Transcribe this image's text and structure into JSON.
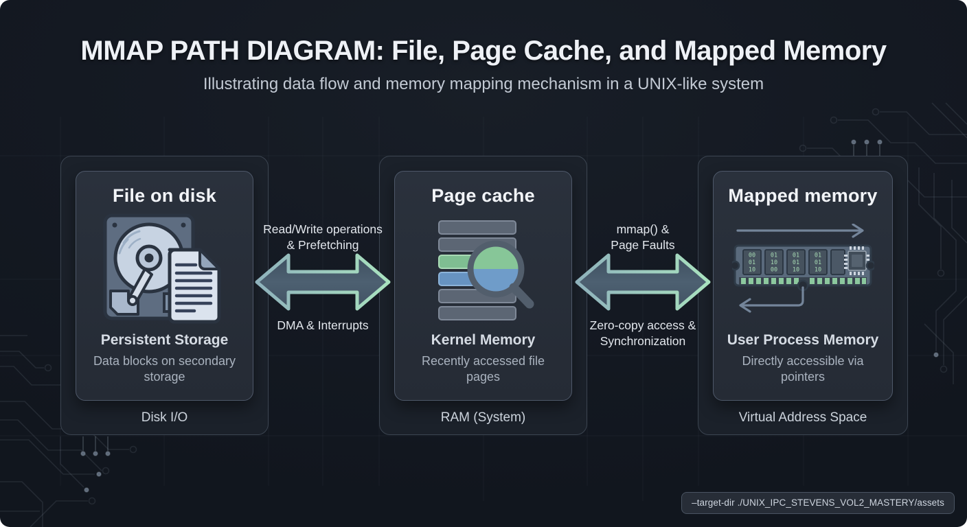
{
  "page": {
    "title": "MMAP PATH DIAGRAM: File, Page Cache, and Mapped Memory",
    "subtitle": "Illustrating data flow and memory mapping mechanism in a UNIX-like system"
  },
  "panels": [
    {
      "title": "File on disk",
      "icon": "hdd-document-icon",
      "subheading": "Persistent Storage",
      "description": "Data blocks on secondary storage",
      "outer_label": "Disk I/O"
    },
    {
      "title": "Page cache",
      "icon": "page-cache-magnifier-icon",
      "subheading": "Kernel Memory",
      "description": "Recently accessed file pages",
      "outer_label": "RAM (System)"
    },
    {
      "title": "Mapped memory",
      "icon": "ram-module-icon",
      "subheading": "User Process Memory",
      "description": "Directly accessible via pointers",
      "outer_label": "Virtual Address Space"
    }
  ],
  "arrows": [
    {
      "top_lines": [
        "Read/Write operations",
        "& Prefetching"
      ],
      "bottom_lines": [
        "DMA & Interrupts",
        ""
      ]
    },
    {
      "top_lines": [
        "mmap() &",
        "Page Faults"
      ],
      "bottom_lines": [
        "Zero-copy access &",
        "Synchronization"
      ]
    }
  ],
  "caption": "–target-dir ./UNIX_IPC_STEVENS_VOL2_MASTERY/assets",
  "icon_data": {
    "ram_chip_binary": [
      [
        "00",
        "01",
        "10"
      ],
      [
        "01",
        "10",
        "00"
      ],
      [
        "01",
        "01",
        "10"
      ],
      [
        "01",
        "01",
        "10"
      ]
    ]
  },
  "colors": {
    "background": "#141922",
    "panel_border": "#3b4450",
    "card_background": "#2a313c",
    "arrow_fill": "#46586a",
    "arrow_stroke_start": "#8fb2bc",
    "arrow_stroke_end": "#a9e2bf",
    "cache_bar_green": "#7fbe92",
    "cache_bar_blue": "#6793c1"
  }
}
